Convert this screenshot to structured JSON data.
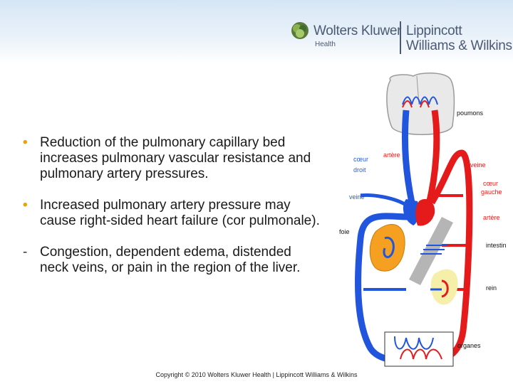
{
  "header": {
    "brand_primary": "Wolters Kluwer",
    "brand_primary_sub": "Health",
    "brand_secondary_line1": "Lippincott",
    "brand_secondary_line2": "Williams & Wilkins"
  },
  "bullets": [
    {
      "marker": "•",
      "text": "Reduction of the pulmonary capillary bed increases pulmonary vascular resistance and pulmonary artery pressures."
    },
    {
      "marker": "•",
      "text": "Increased pulmonary artery pressure may cause right-sided heart failure (cor pulmonale)."
    },
    {
      "marker": "-",
      "text": "Congestion, dependent edema, distended neck veins, or pain in the region of the liver."
    }
  ],
  "diagram": {
    "labels": {
      "poumons": "poumons",
      "artere_top": "artère",
      "veine": "veine",
      "coeur_droit_1": "cœur",
      "coeur_droit_2": "droit",
      "coeur_gauche_1": "cœur",
      "coeur_gauche_2": "gauche",
      "veine_left": "veine",
      "artere_right": "artère",
      "foie": "foie",
      "intestin": "intestin",
      "rein": "rein",
      "organes": "organes"
    },
    "colors": {
      "artery": "#e51b1b",
      "vein": "#2255dd",
      "liver": "#f5a020",
      "kidney": "#f6efaa",
      "intestine": "#b5b5b5"
    }
  },
  "footer": {
    "copyright": "Copyright © 2010 Wolters Kluwer Health | Lippincott Williams & Wilkins"
  }
}
